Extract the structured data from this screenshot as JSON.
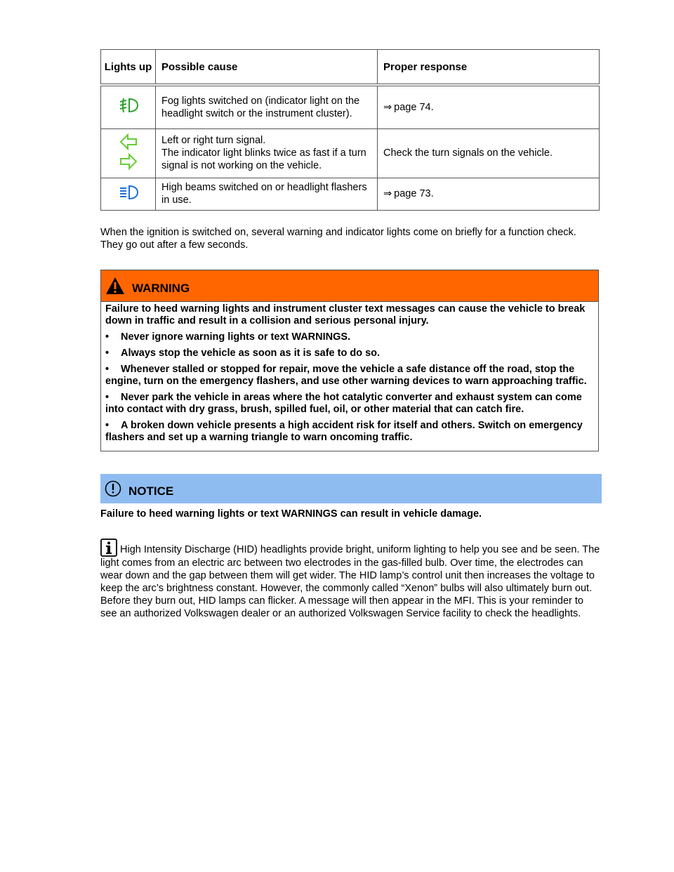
{
  "table": {
    "headers": {
      "lights_up": "Lights up",
      "cause": "Possible cause",
      "response": "Proper response"
    },
    "rows": [
      {
        "icon": "fog-light-icon",
        "icon_color": "#2ba02b",
        "cause": "Fog lights switched on (indicator light on the headlight switch or the instrument cluster).",
        "response": "page 74."
      },
      {
        "icon": "turn-signal-icon",
        "icon_color": "#66cc33",
        "cause_line1": "Left or right turn signal.",
        "cause_line2": "The indicator light blinks twice as fast if a turn signal is not working on the vehicle.",
        "response": "Check the turn signals on the vehicle."
      },
      {
        "icon": "high-beam-icon",
        "icon_color": "#1a6fd8",
        "cause": "High beams switched on or headlight flashers in use.",
        "response": "page 73."
      }
    ]
  },
  "intro": "When the ignition is switched on, several warning and indicator lights come on briefly for a function check. They go out after a few seconds.",
  "warning": {
    "title": "WARNING",
    "color": "#ff6600",
    "lead": "Failure to heed warning lights and instrument cluster text messages can cause the vehicle to break down in traffic and result in a collision and serious personal injury.",
    "bullets": [
      "Never ignore warning lights or text WARNINGS.",
      "Always stop the vehicle as soon as it is safe to do so.",
      "Whenever stalled or stopped for repair, move the vehicle a safe distance off the road, stop the engine, turn on the emergency flashers, and use other warning devices to warn approaching traffic.",
      "Never park the vehicle in areas where the hot catalytic converter and exhaust system can come into contact with dry grass, brush, spilled fuel, oil, or other material that can catch fire.",
      "A broken down vehicle presents a high accident risk for itself and others. Switch on emergency flashers and set up a warning triangle to warn oncoming traffic."
    ]
  },
  "notice": {
    "title": "NOTICE",
    "color": "#8fbcf0",
    "text": "Failure to heed warning lights or text WARNINGS can result in vehicle damage."
  },
  "info": {
    "icon": "info-icon",
    "text": "High Intensity Discharge (HID) headlights provide bright, uniform lighting to help you see and be seen. The light comes from an electric arc between two electrodes in the gas-filled bulb. Over time, the electrodes can wear down and the gap between them will get wider. The HID lamp’s control unit then increases the voltage to keep the arc’s brightness constant. However, the commonly called “Xenon” bulbs will also ultimately burn out. Before they burn out, HID lamps can flicker. A message will then appear in the MFI. This is your reminder to see an authorized Volkswagen dealer or an authorized Volkswagen Service facility to check the headlights."
  }
}
